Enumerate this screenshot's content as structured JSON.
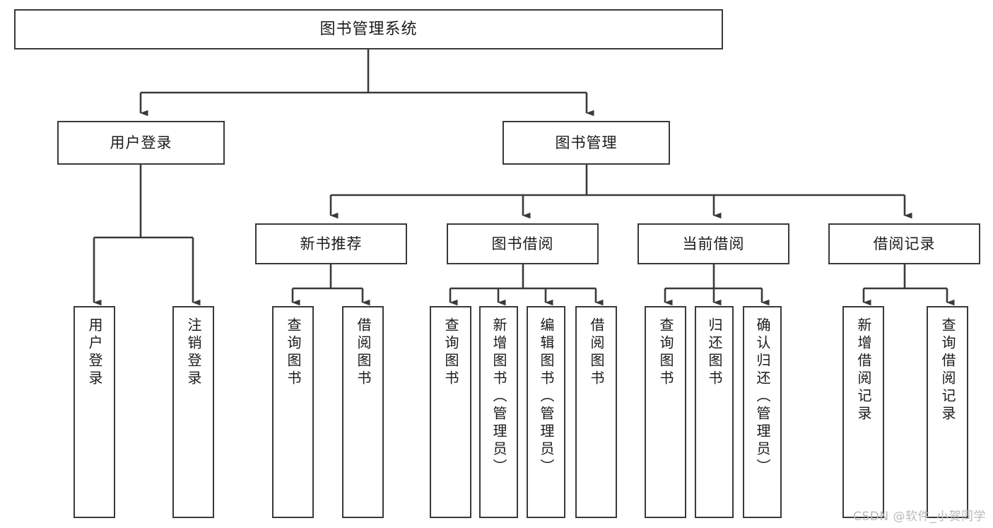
{
  "diagram": {
    "title": "图书管理系统",
    "type": "tree-hierarchy-chart",
    "watermark": "CSDN @软件_小贺同学",
    "root": {
      "label": "图书管理系统"
    },
    "level2": [
      {
        "label": "用户登录"
      },
      {
        "label": "图书管理"
      }
    ],
    "level3": [
      {
        "label": "新书推荐"
      },
      {
        "label": "图书借阅"
      },
      {
        "label": "当前借阅"
      },
      {
        "label": "借阅记录"
      }
    ],
    "leaves": {
      "user_login": [
        {
          "label": "用户登录"
        },
        {
          "label": "注销登录"
        }
      ],
      "new_book_recommend": [
        {
          "label": "查询图书"
        },
        {
          "label": "借阅图书"
        }
      ],
      "book_borrow": [
        {
          "label": "查询图书"
        },
        {
          "label": "新增图书（管理员）"
        },
        {
          "label": "编辑图书（管理员）"
        },
        {
          "label": "借阅图书"
        }
      ],
      "current_borrow": [
        {
          "label": "查询图书"
        },
        {
          "label": "归还图书"
        },
        {
          "label": "确认归还（管理员）"
        }
      ],
      "borrow_record": [
        {
          "label": "新增借阅记录"
        },
        {
          "label": "查询借阅记录"
        }
      ]
    },
    "colors": {
      "border": "#3a3a3a",
      "text": "#1b1b1b",
      "background": "#ffffff",
      "watermark": "#b9b9b9"
    }
  }
}
